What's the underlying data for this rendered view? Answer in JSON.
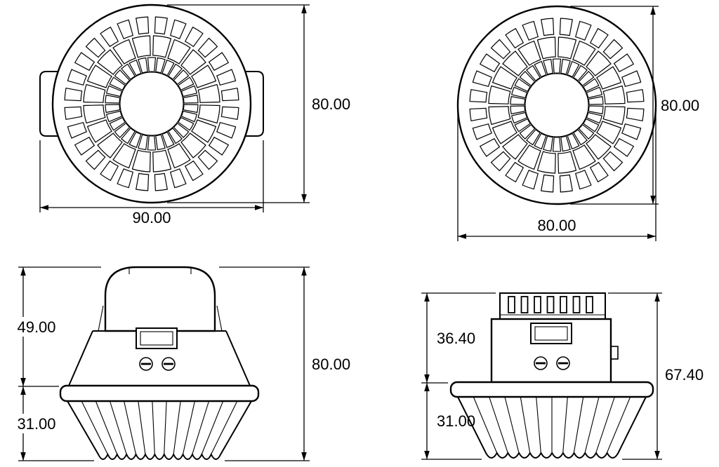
{
  "views": {
    "top_left": {
      "dim_height": "80.00",
      "dim_width": "90.00"
    },
    "top_right": {
      "dim_height": "80.00",
      "dim_width": "80.00"
    },
    "bottom_left": {
      "dim_upper": "49.00",
      "dim_lower": "31.00",
      "dim_total": "80.00"
    },
    "bottom_right": {
      "dim_upper": "36.40",
      "dim_lower": "31.00",
      "dim_total": "67.40"
    }
  },
  "lens_rings": [
    {
      "r_inner": 46,
      "r_outer": 66,
      "segments": 30,
      "gap_deg": 1.2
    },
    {
      "r_inner": 69,
      "r_outer": 97,
      "segments": 20,
      "gap_deg": 1.5
    },
    {
      "r_inner": 101,
      "r_outer": 124,
      "segments": 28,
      "gap_deg": 2.5
    }
  ],
  "colors": {
    "line": "#000000",
    "background": "#ffffff"
  }
}
